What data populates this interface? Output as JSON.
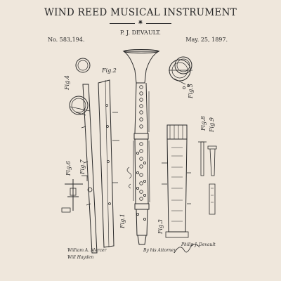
{
  "header": {
    "title": "WIND REED MUSICAL INSTRUMENT",
    "inventor": "P. J. DEVAULT.",
    "patent_number": "No. 583,194.",
    "date": "May. 25, 1897."
  },
  "figures": {
    "fig1": "Fig.1",
    "fig2": "Fig.2",
    "fig3": "Fig.3",
    "fig4": "Fig.4",
    "fig5": "Fig.5",
    "fig6": "Fig.6",
    "fig7": "Fig.7",
    "fig8": "Fig.8",
    "fig9": "Fig.9"
  },
  "signatures": {
    "witness1": "William A. Mercer",
    "witness2": "Will Hayden",
    "inventor_sig": "Philip J. Devault",
    "attorney_prefix": "By his Attorney"
  },
  "colors": {
    "paper": "#efe7dc",
    "ink": "#2a2a2a"
  }
}
